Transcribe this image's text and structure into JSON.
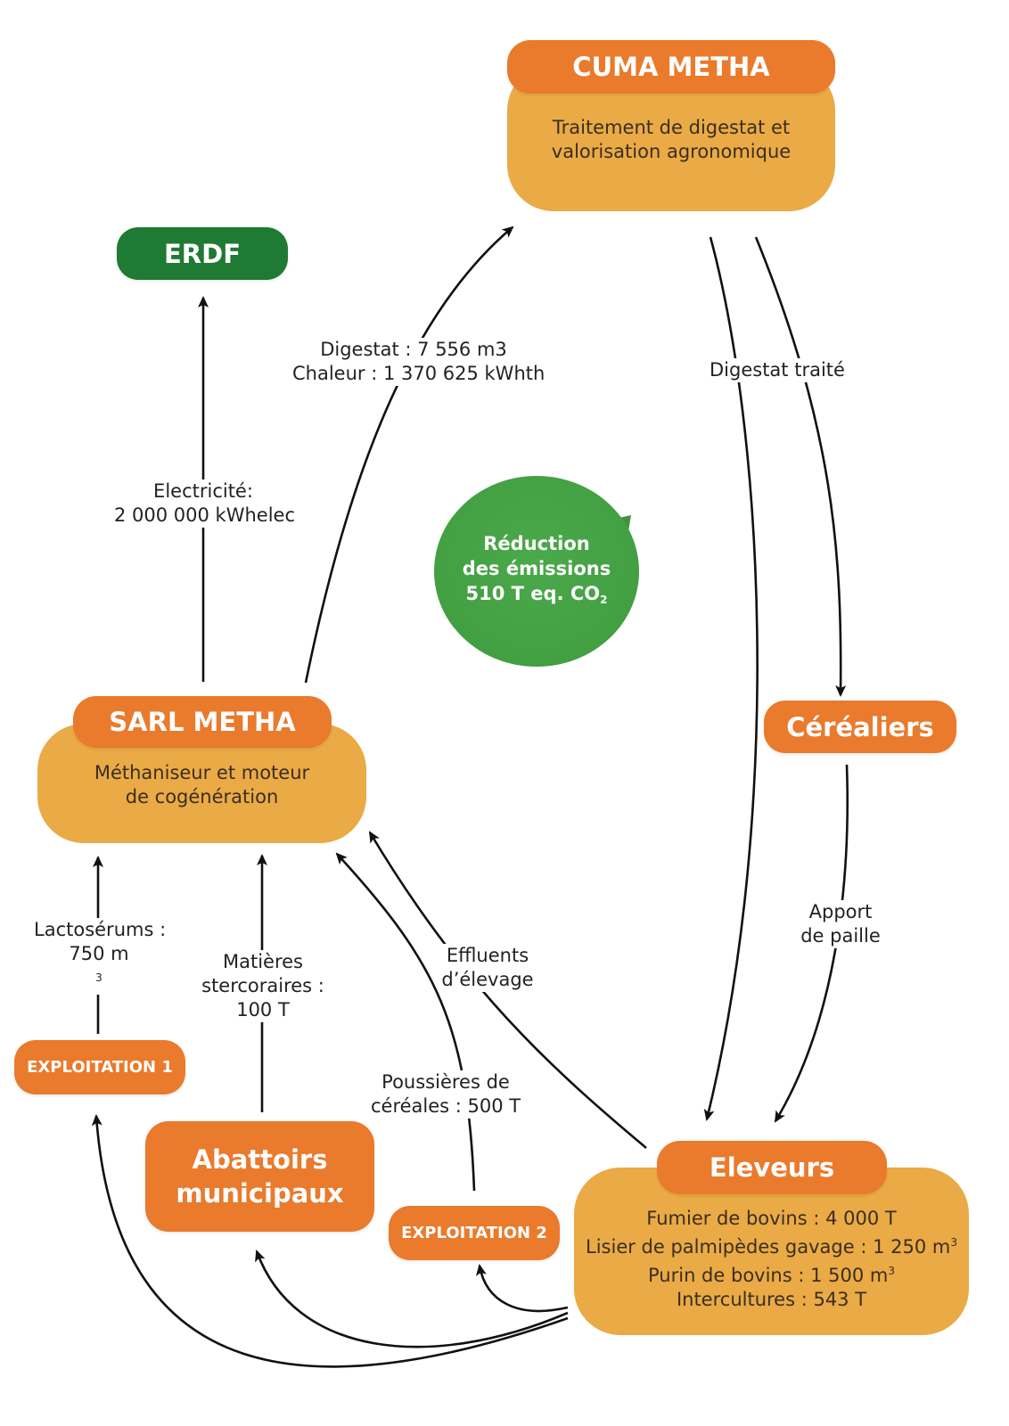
{
  "colors": {
    "orange_head": "#ea7a2c",
    "orange_body": "#eaaa45",
    "green_dark": "#1f7a34",
    "green_circle": "#42a042",
    "arrow": "#111111"
  },
  "nodes": {
    "cuma": {
      "title": "CUMA METHA",
      "desc_1": "Traitement de digestat et",
      "desc_2": "valorisation agronomique"
    },
    "erdf": {
      "title": "ERDF"
    },
    "sarl": {
      "title": "SARL METHA",
      "desc_1": "Méthaniseur et moteur",
      "desc_2": "de cogénération"
    },
    "cerealiers": {
      "title": "Céréaliers"
    },
    "exploitation1": {
      "title": "EXPLOITATION 1"
    },
    "exploitation2": {
      "title": "EXPLOITATION 2"
    },
    "abattoirs": {
      "title_1": "Abattoirs",
      "title_2": "municipaux"
    },
    "eleveurs": {
      "title": "Eleveurs",
      "lines": [
        {
          "text": "Fumier de bovins : 4 000 T",
          "sup": ""
        },
        {
          "text": "Lisier de palmipèdes gavage : 1 250 m",
          "sup": "3"
        },
        {
          "text": "Purin de bovins : 1 500 m",
          "sup": "3"
        },
        {
          "text": "Intercultures : 543 T",
          "sup": ""
        }
      ]
    }
  },
  "reduction": {
    "line_1": "Réduction",
    "line_2": "des émissions",
    "line_3": "510 T eq. CO",
    "subscript": "2"
  },
  "flows": {
    "electricite_1": "Electricité:",
    "electricite_2": "2 000 000 kWhelec",
    "digestat_1": "Digestat : 7 556 m3",
    "digestat_2": "Chaleur : 1 370 625 kWhth",
    "digestat_traite": "Digestat traité",
    "apport_1": "Apport",
    "apport_2": "de paille",
    "lacto_1": "Lactosérums :",
    "lacto_2": "750 m",
    "lacto_sup": "3",
    "matieres_1": "Matières",
    "matieres_2": "stercoraires :",
    "matieres_3": "100 T",
    "effluents_1": "Effluents",
    "effluents_2": "d’élevage",
    "poussieres_1": "Poussières de",
    "poussieres_2": "céréales : 500 T"
  }
}
